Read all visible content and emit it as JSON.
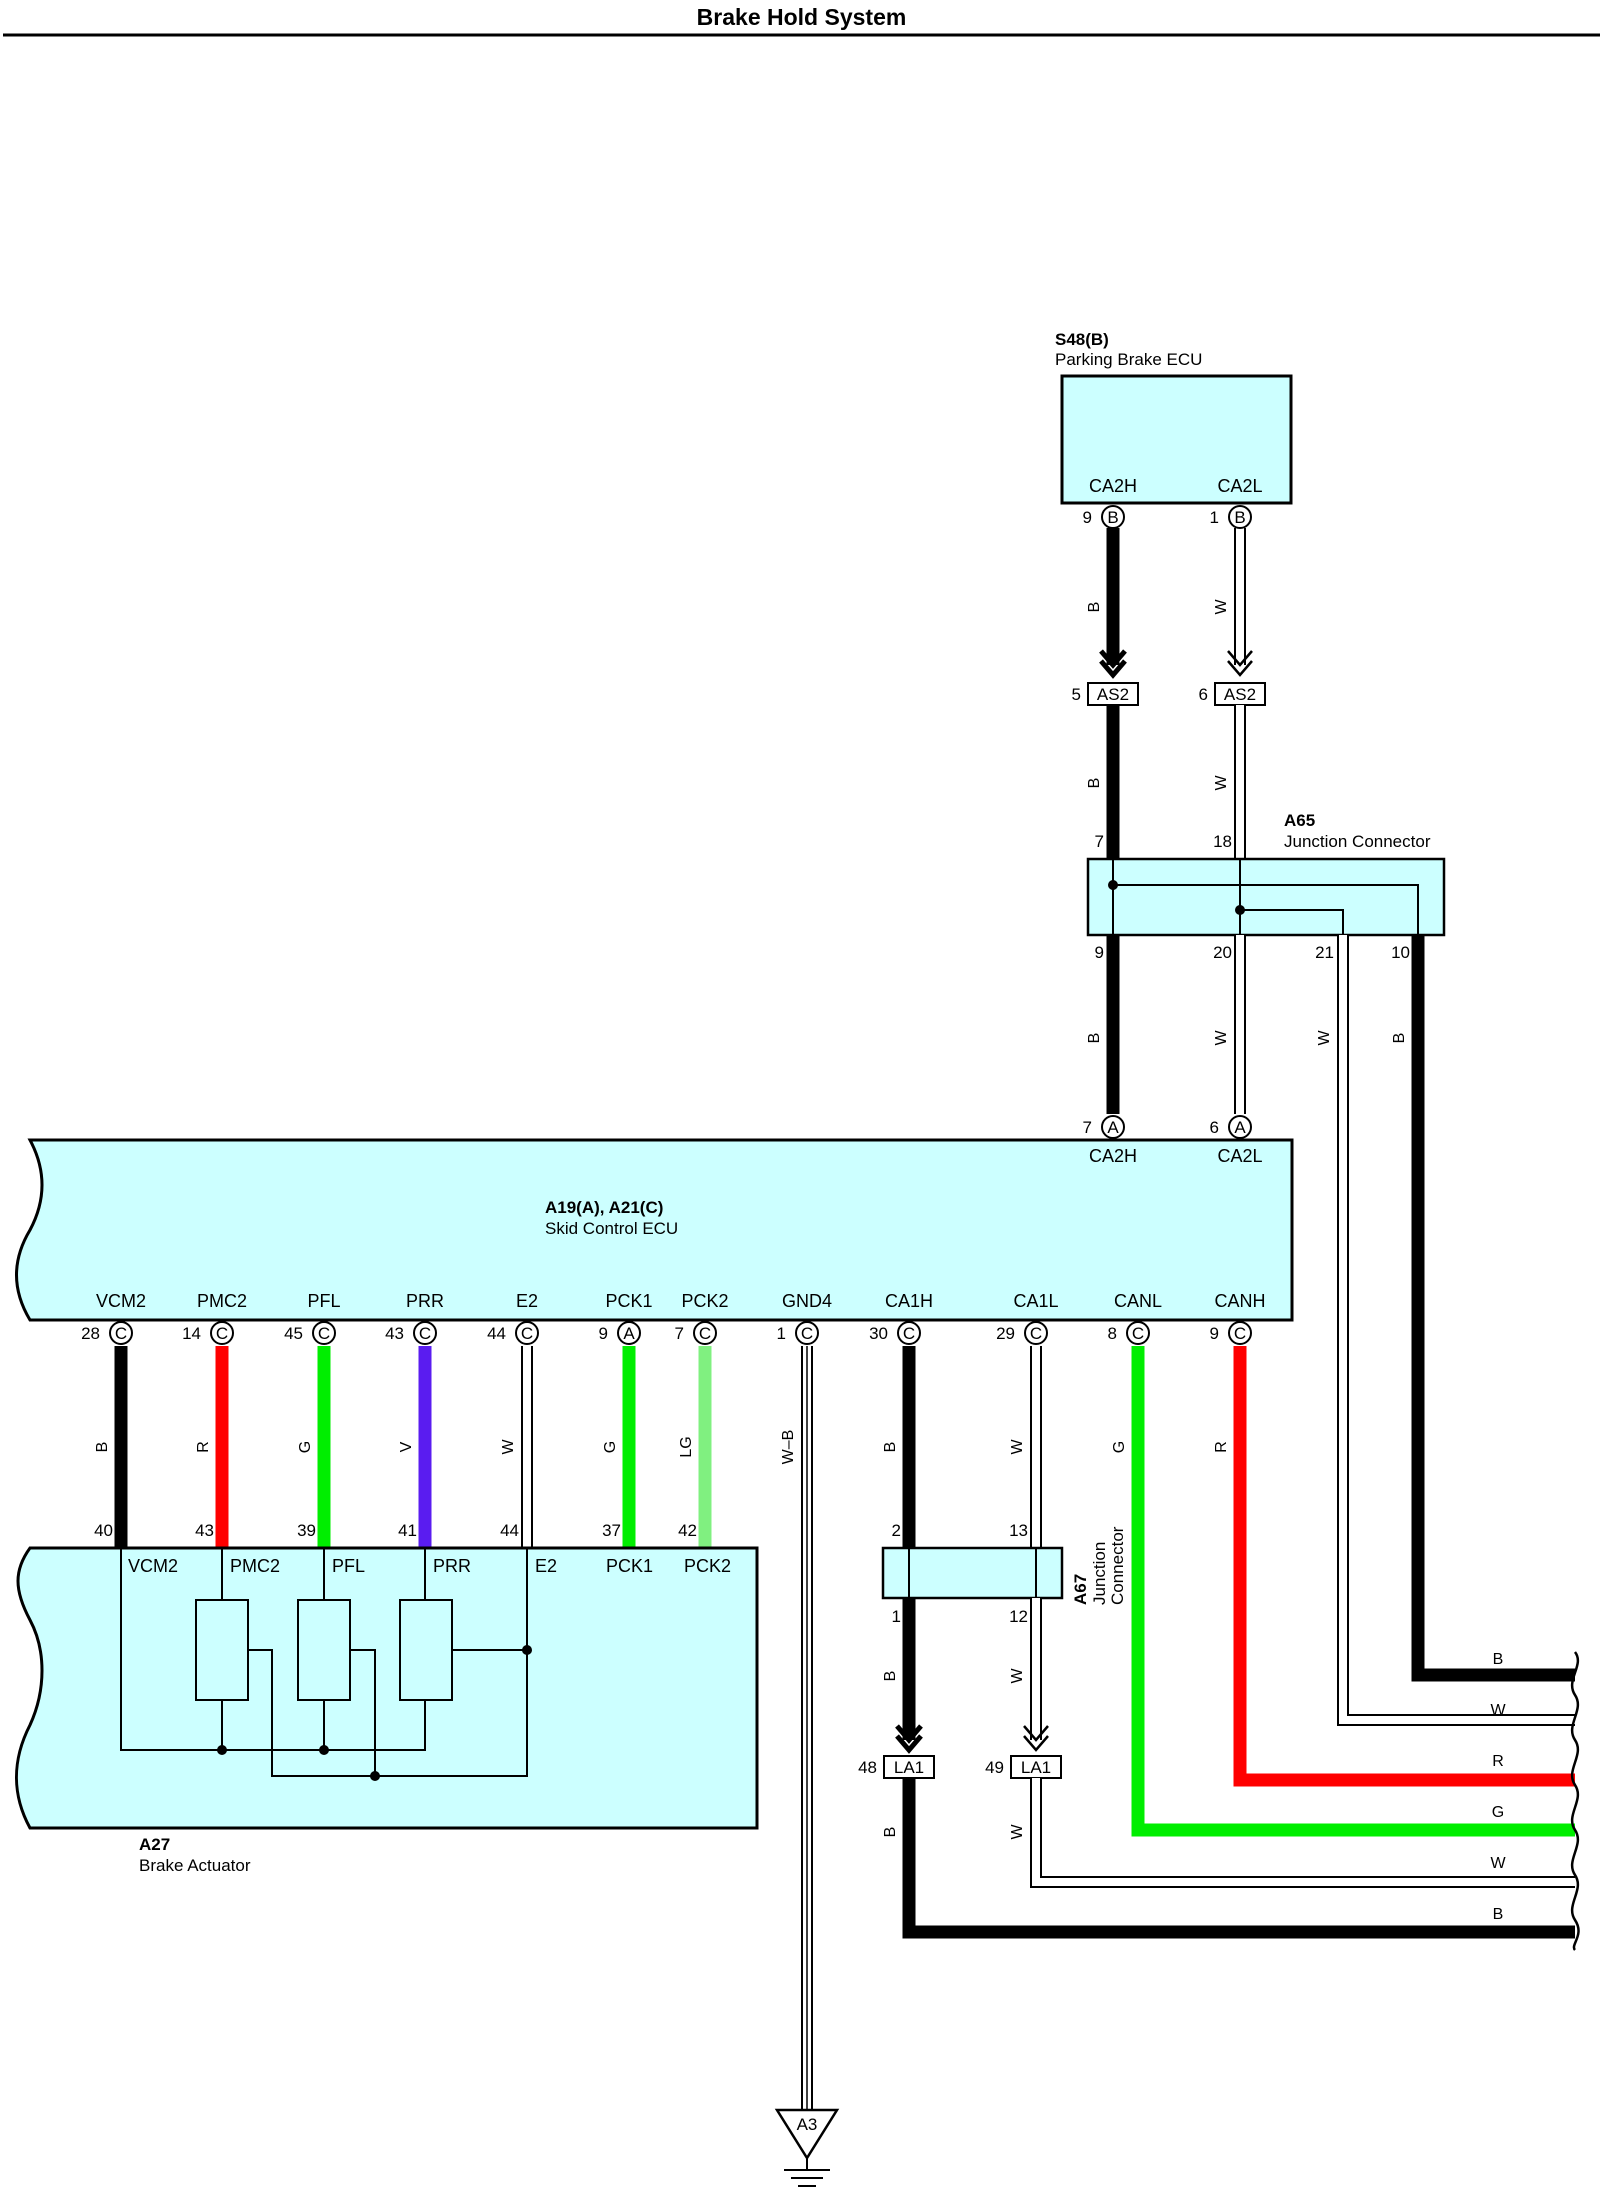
{
  "title": "Brake Hold System",
  "colors": {
    "ecu_fill": "#ccffff",
    "B": "#000000",
    "W": "#ffffff",
    "R": "#ff0000",
    "G": "#00ee00",
    "V": "#5a1cf0",
    "LG": "#80f080"
  },
  "components": {
    "parking_brake_ecu": {
      "code": "S48(B)",
      "name": "Parking Brake ECU",
      "pins": {
        "ca2h": "CA2H",
        "ca2l": "CA2L"
      },
      "pin_nums": {
        "ca2h": "9",
        "ca2l": "1"
      },
      "conn": "B"
    },
    "as2": {
      "label": "AS2",
      "left_num": "5",
      "right_num": "6"
    },
    "a65": {
      "code": "A65",
      "name": "Junction Connector",
      "top_left": "7",
      "top_right": "18",
      "bottom": [
        "9",
        "20",
        "21",
        "10"
      ]
    },
    "skid_ecu": {
      "code": "A19(A), A21(C)",
      "name": "Skid Control ECU",
      "top_pins": [
        {
          "label": "CA2H",
          "num": "7",
          "conn": "A"
        },
        {
          "label": "CA2L",
          "num": "6",
          "conn": "A"
        }
      ],
      "bottom_pins": [
        {
          "label": "VCM2",
          "num": "28",
          "conn": "C"
        },
        {
          "label": "PMC2",
          "num": "14",
          "conn": "C"
        },
        {
          "label": "PFL",
          "num": "45",
          "conn": "C"
        },
        {
          "label": "PRR",
          "num": "43",
          "conn": "C"
        },
        {
          "label": "E2",
          "num": "44",
          "conn": "C"
        },
        {
          "label": "PCK1",
          "num": "9",
          "conn": "A"
        },
        {
          "label": "PCK2",
          "num": "7",
          "conn": "C"
        },
        {
          "label": "GND4",
          "num": "1",
          "conn": "C"
        },
        {
          "label": "CA1H",
          "num": "30",
          "conn": "C"
        },
        {
          "label": "CA1L",
          "num": "29",
          "conn": "C"
        },
        {
          "label": "CANL",
          "num": "8",
          "conn": "C"
        },
        {
          "label": "CANH",
          "num": "9",
          "conn": "C"
        }
      ]
    },
    "brake_actuator": {
      "code": "A27",
      "name": "Brake Actuator",
      "pins": [
        "VCM2",
        "PMC2",
        "PFL",
        "PRR",
        "E2",
        "PCK1",
        "PCK2"
      ],
      "pin_nums": [
        "40",
        "43",
        "39",
        "41",
        "44",
        "37",
        "42"
      ]
    },
    "a67": {
      "code": "A67",
      "name_line1": "Junction",
      "name_line2": "Connector",
      "top": [
        "2",
        "13"
      ],
      "bottom": [
        "1",
        "12"
      ]
    },
    "la1": {
      "label": "LA1",
      "left_num": "48",
      "right_num": "49"
    },
    "ground": {
      "label": "A3"
    }
  },
  "wire_colors": {
    "upper": [
      "B",
      "W",
      "B",
      "W",
      "B",
      "W",
      "W",
      "B"
    ],
    "lower_left": [
      "B",
      "R",
      "G",
      "V",
      "W",
      "G",
      "LG",
      "W–B"
    ],
    "lower_right": [
      "B",
      "W",
      "G",
      "R",
      "B",
      "W",
      "B",
      "W"
    ],
    "right_edge": [
      "B",
      "W",
      "R",
      "G",
      "W",
      "B"
    ]
  }
}
